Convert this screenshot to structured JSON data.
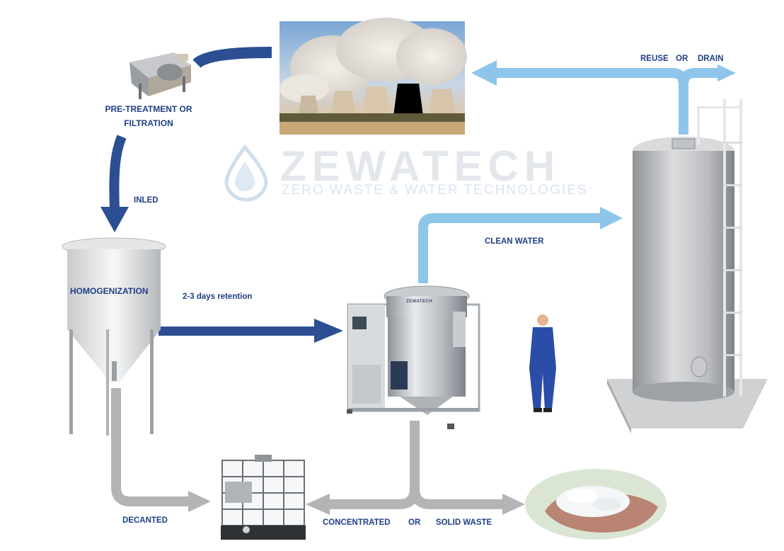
{
  "brand": {
    "name": "ZEWATECH",
    "tagline": "ZERO WASTE & WATER TECHNOLOGIES",
    "logo_icon": "water-drop-icon",
    "equipment_badge": "ZEWATECH"
  },
  "labels": {
    "pretreatment_line1": "PRE-TREATMENT OR",
    "pretreatment_line2": "FILTRATION",
    "inled": "INLED",
    "homogenization": "HOMOGENIZATION",
    "retention": "2-3 days retention",
    "clean_water": "CLEAN WATER",
    "reuse": "REUSE",
    "or_top": "OR",
    "drain": "DRAIN",
    "decanted": "DECANTED",
    "concentrated": "CONCENTRATED",
    "or_bottom": "OR",
    "solid_waste": "SOLID WASTE"
  },
  "colors": {
    "dark_arrow": "#2c4f93",
    "light_arrow": "#8ec5ea",
    "grey_arrow": "#b4b4b4",
    "label_text": "#1f3f86",
    "worker_suit": "#2a4da8"
  },
  "icons": {
    "filter_machine": "filtration-unit-icon",
    "factory": "cooling-towers-icon",
    "tank": "storage-tank-icon",
    "homogenizer": "conical-homogenizer-tank-icon",
    "evaporator": "vacuum-evaporator-icon",
    "worker": "worker-icon",
    "ibc": "ibc-container-icon",
    "salt": "solid-salt-in-hand-icon"
  }
}
